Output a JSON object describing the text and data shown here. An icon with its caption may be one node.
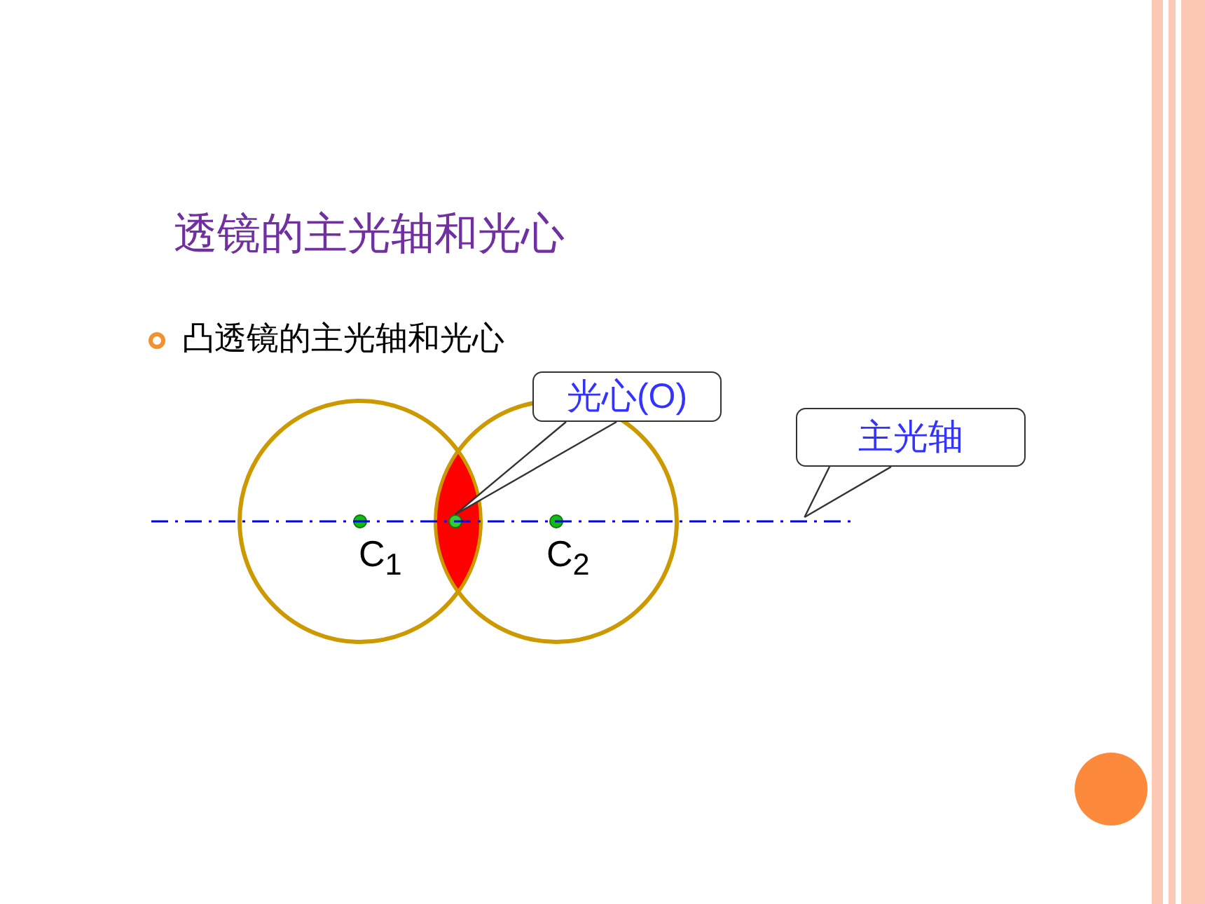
{
  "diagram": {
    "title": "透镜的主光轴和光心",
    "nodes": [
      {
        "text": [
          "光心(O)"
        ]
      },
      {
        "text": [
          "主光轴"
        ]
      },
      {
        "text": [],
        "shape": "circle"
      },
      {
        "text": [],
        "shape": "line"
      }
    ],
    "edges": [
      {
        "from": 0,
        "to": 2,
        "arrow": "none"
      },
      {
        "from": 1,
        "to": 3,
        "arrow": "none"
      }
    ],
    "labels": [
      "凸透镜的主光轴和光心",
      "C$_{1}$",
      "C$_{2}$"
    ]
  }
}
